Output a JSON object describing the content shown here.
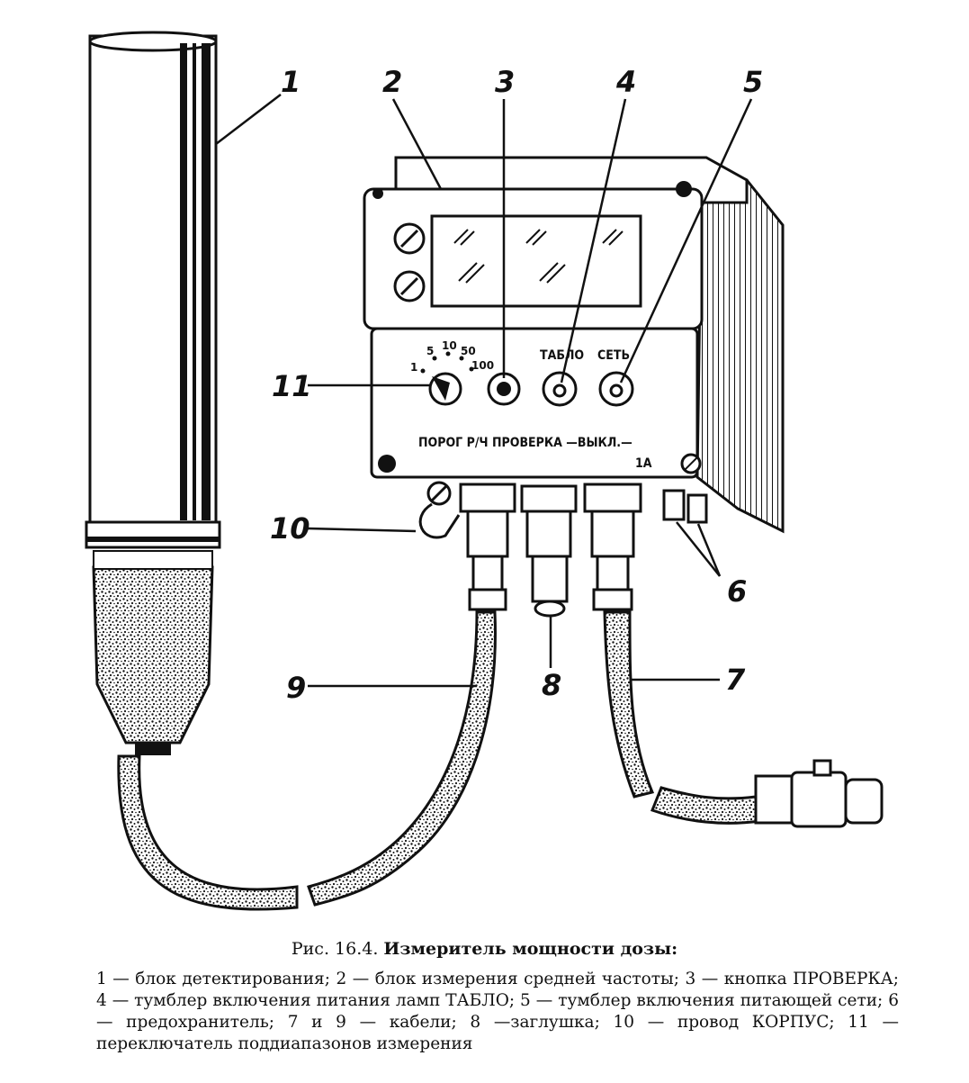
{
  "figure": {
    "callouts": {
      "n1": "1",
      "n2": "2",
      "n3": "3",
      "n4": "4",
      "n5": "5",
      "n6": "6",
      "n7": "7",
      "n8": "8",
      "n9": "9",
      "n10": "10",
      "n11": "11"
    },
    "panel": {
      "tablo": "ТАБЛО",
      "set": "СЕТЬ",
      "bottom_label": "ПОРОГ Р/Ч ПРОВЕРКА —ВЫКЛ.—",
      "fuse_label": "1А",
      "scale": [
        "1",
        "5",
        "10",
        "50",
        "100"
      ]
    }
  },
  "caption": {
    "prefix": "Рис. 16.4.",
    "title": "Измеритель мощности дозы:"
  },
  "legend": {
    "text": "1 — блок детектирования; 2 — блок измерения средней частоты; 3 — кнопка ПРОВЕРКА; 4 — тумблер включения питания ламп ТАБЛО; 5 — тумблер включения питающей сети; 6 — предохранитель; 7 и 9 — кабели; 8 —заглушка; 10 — провод КОРПУС; 11 — переключатель поддиапазонов измерения"
  }
}
